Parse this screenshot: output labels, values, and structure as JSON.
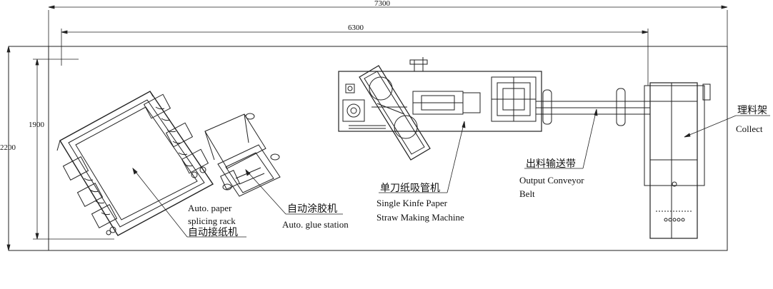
{
  "dimensions": {
    "overall_length": "7300",
    "machine_length": "6300",
    "width": "2200",
    "inner_width": "1900"
  },
  "labels": {
    "splicing_en_1": "Auto. paper",
    "splicing_en_2": "splicing rack",
    "splicing_cn": "自动接纸机",
    "glue_cn": "自动涂胶机",
    "glue_en": "Auto. glue station",
    "straw_cn": "单刀纸吸管机",
    "straw_en_1": "Single Kinfe Paper",
    "straw_en_2": "Straw Making Machine",
    "conveyor_cn": "出料输送带",
    "conveyor_en_1": "Output Conveyor",
    "conveyor_en_2": "Belt",
    "collect_cn": "理料架",
    "collect_en": "Collect"
  }
}
